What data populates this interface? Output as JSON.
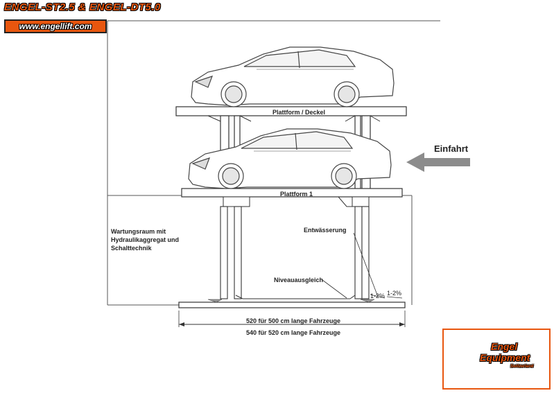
{
  "header": {
    "title": "ENGEL-ST2.5  & ENGEL-DT5.0",
    "website": "www.engellift.com"
  },
  "labels": {
    "platform_top": "Plattform / Deckel",
    "platform_1": "Plattform 1",
    "entry": "Einfahrt",
    "maintenance": "Wartungsraum mit Hydraulikaggregat und Schalttechnik",
    "drainage": "Entwässerung",
    "leveling": "Niveauausgleich",
    "slope_1": "1-2%",
    "slope_2": "1-2%",
    "dimension_1": "520 für 500 cm lange Fahrzeuge",
    "dimension_2": "540 für 520 cm lange Fahrzeuge"
  },
  "logo": {
    "line_1": "Engel",
    "line_2": "Equipment",
    "line_3": "Switzerland"
  },
  "colors": {
    "brand_orange": "#e8560e",
    "line": "#333333",
    "arrow": "#8c8c8c"
  }
}
